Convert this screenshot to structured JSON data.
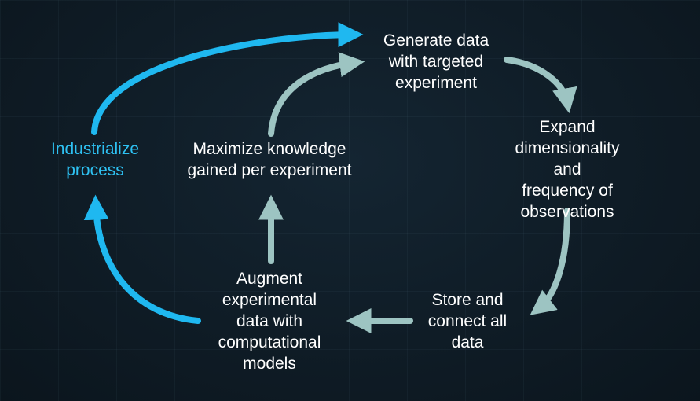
{
  "colors": {
    "background": "#0f1c26",
    "primary_arrow": "#1fb8f0",
    "secondary_arrow": "#9dc4c2",
    "accent_text": "#2ec1f2",
    "text": "#ffffff"
  },
  "nodes": {
    "generate": "Generate data\nwith targeted\nexperiment",
    "expand": "Expand\ndimensionality and\nfrequency of\nobservations",
    "store": "Store and\nconnect all\ndata",
    "augment": "Augment\nexperimental\ndata with\ncomputational\nmodels",
    "maximize": "Maximize knowledge\ngained per experiment",
    "industrialize": "Industrialize\nprocess"
  }
}
